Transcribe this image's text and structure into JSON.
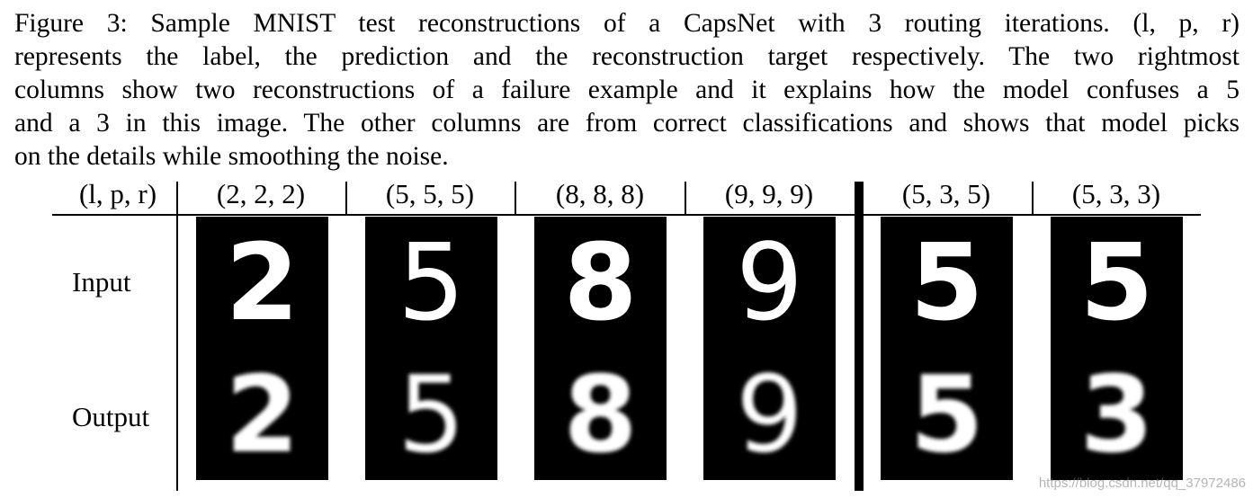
{
  "caption": {
    "lines": [
      "Figure 3: Sample MNIST test reconstructions of a CapsNet with 3 routing iterations.  (l, p, r)",
      "represents the label, the prediction and the reconstruction target respectively. The two rightmost",
      "columns show two reconstructions of a failure example and it explains how the model confuses a 5",
      "and a 3 in this image. The other columns are from correct classifications and shows that model picks",
      "on the details while smoothing the noise."
    ]
  },
  "table": {
    "header_label": "(l, p, r)",
    "columns": [
      {
        "header": "(2, 2, 2)",
        "input_digit": "2",
        "output_digit": "2"
      },
      {
        "header": "(5, 5, 5)",
        "input_digit": "5",
        "output_digit": "5"
      },
      {
        "header": "(8, 8, 8)",
        "input_digit": "8",
        "output_digit": "8"
      },
      {
        "header": "(9, 9, 9)",
        "input_digit": "9",
        "output_digit": "9"
      },
      {
        "header": "(5, 3, 5)",
        "input_digit": "5",
        "output_digit": "5"
      },
      {
        "header": "(5, 3, 3)",
        "input_digit": "5",
        "output_digit": "3"
      }
    ],
    "row_labels": {
      "input": "Input",
      "output": "Output"
    }
  },
  "watermark": "https://blog.csdn.net/qq_37972486",
  "colors": {
    "panel_bg": "#000000",
    "digit_fg": "#ffffff",
    "text": "#000000"
  }
}
